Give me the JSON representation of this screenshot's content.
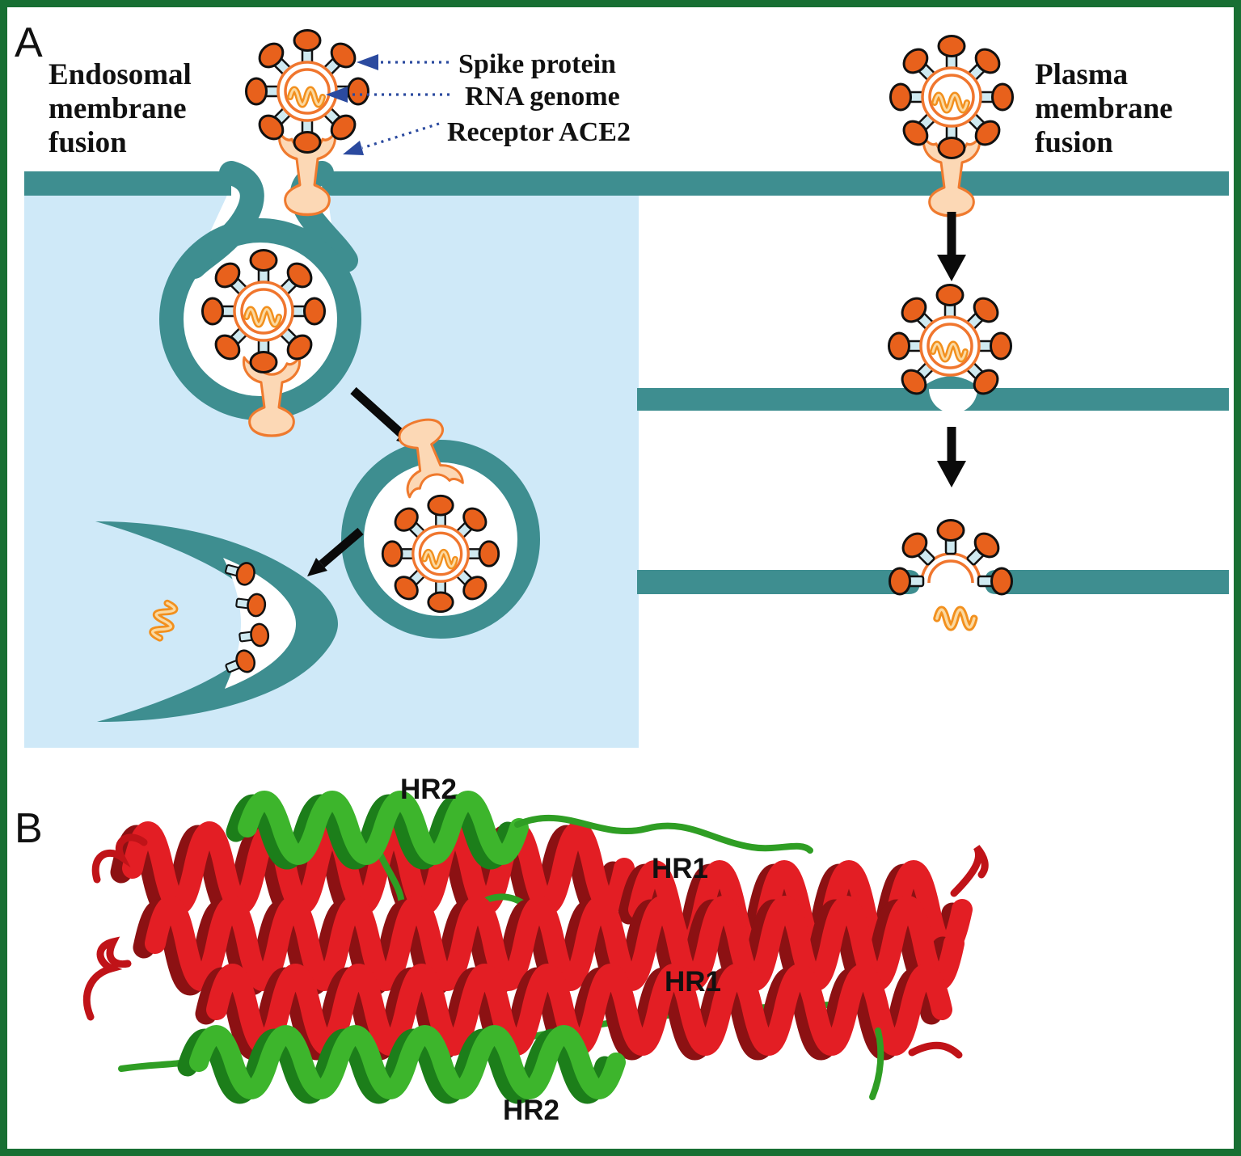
{
  "figure": {
    "panel_a": {
      "label": "A",
      "left_title_lines": [
        "Endosomal",
        "membrane",
        "fusion"
      ],
      "right_title_lines": [
        "Plasma",
        "membrane",
        "fusion"
      ],
      "annotations": {
        "spike": "Spike protein",
        "rna": "RNA genome",
        "receptor": "Receptor ACE2"
      }
    },
    "panel_b": {
      "label": "B",
      "structure_labels": {
        "hr2_top": "HR2",
        "hr1_upper": "HR1",
        "hr1_lower": "HR1",
        "hr2_bottom": "HR2"
      }
    },
    "colors": {
      "border_green": "#186f33",
      "membrane_teal": "#3e8e90",
      "cytoplasm_blue": "#cfe9f8",
      "virus_spike_orange": "#e8611c",
      "virus_ring_orange": "#f0762e",
      "spike_stalk_blue": "#cfe9f0",
      "receptor_peach": "#fcd8b5",
      "receptor_outline": "#ef7a2e",
      "rna_orange": "#f2901e",
      "annotation_arrow_blue": "#2b4a9f",
      "flow_arrow_black": "#0a0a0a",
      "helix_red": "#e31e24",
      "helix_red_dark": "#8c1113",
      "helix_green": "#3db52c",
      "helix_green_dark": "#1c7e1a"
    }
  }
}
